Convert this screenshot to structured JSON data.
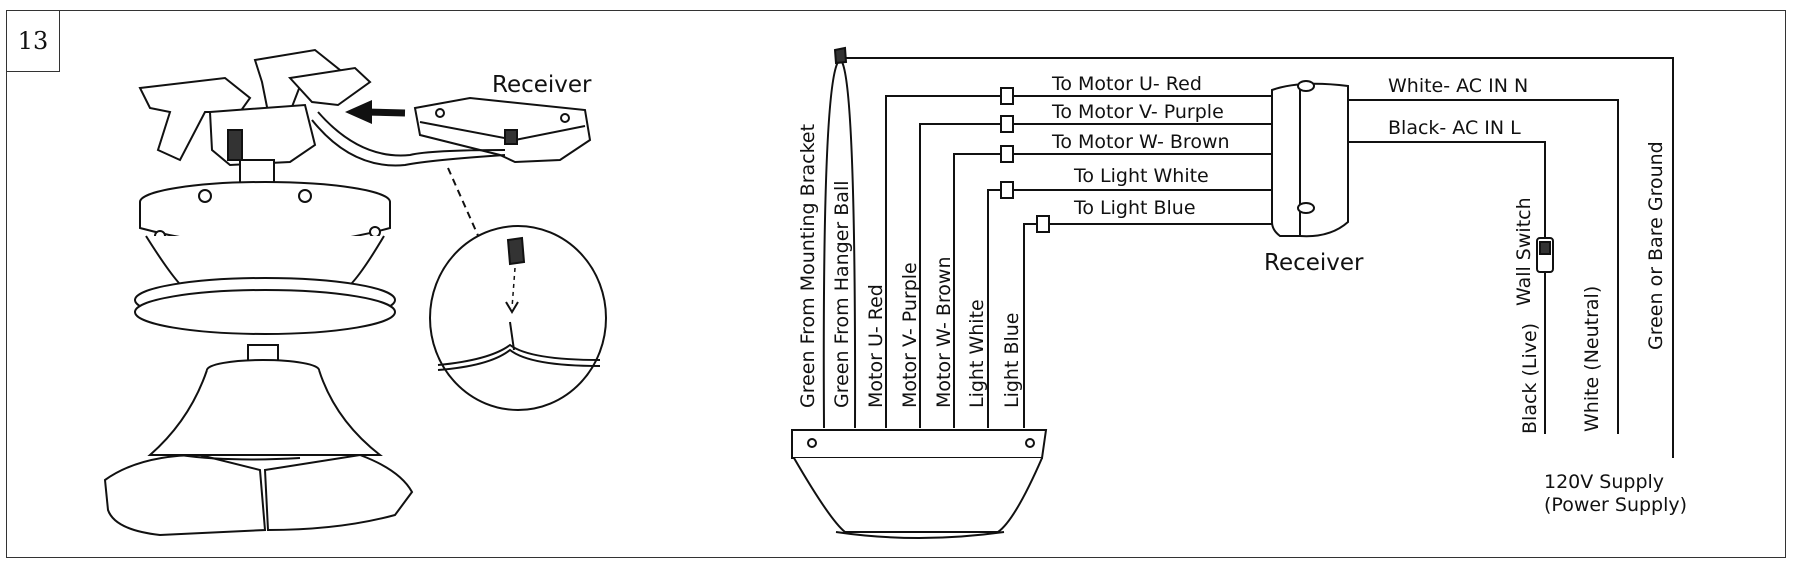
{
  "step": {
    "number": "13"
  },
  "left_illustration": {
    "receiver_label": "Receiver"
  },
  "wiring": {
    "top_wire_labels": [
      "To Motor U- Red",
      "To Motor V- Purple",
      "To Motor W- Brown",
      "To Light White",
      "To Light Blue"
    ],
    "right_wire_labels": [
      "White- AC IN N",
      "Black- AC IN L"
    ],
    "receiver_label": "Receiver",
    "vertical_labels": [
      "Green From Mounting Bracket",
      "Green From Hanger Ball",
      "Motor U- Red",
      "Motor V- Purple",
      "Motor W- Brown",
      "Light White",
      "Light Blue"
    ],
    "supply_labels": [
      "Wall Switch",
      "Black (Live)",
      "White (Neutral)",
      "Green or Bare Ground"
    ],
    "supply_caption_line1": "120V Supply",
    "supply_caption_line2": "(Power Supply)"
  }
}
